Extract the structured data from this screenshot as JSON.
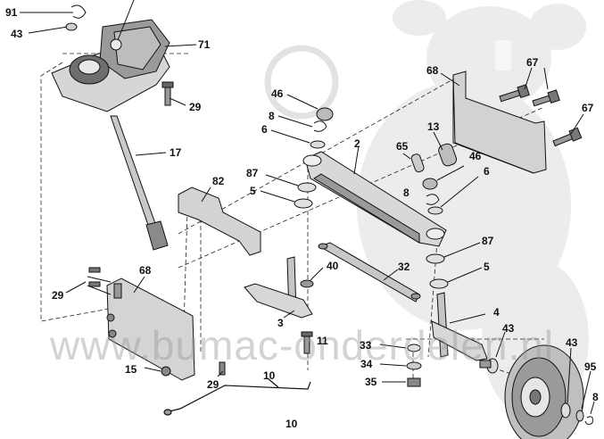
{
  "watermark": {
    "text": "www.bumac-onderdelen.nl",
    "symbol": "©"
  },
  "callouts": {
    "c91": "91",
    "c43a": "43",
    "c71": "71",
    "c29a": "29",
    "c17": "17",
    "c46a": "46",
    "c8a": "8",
    "c6a": "6",
    "c2": "2",
    "c68a": "68",
    "c67a": "67",
    "c67b": "67",
    "c13": "13",
    "c65": "65",
    "c46b": "46",
    "c8b": "8",
    "c6b": "6",
    "c87a": "87",
    "c82": "82",
    "c5a": "5",
    "c29b": "29",
    "c68b": "68",
    "c40": "40",
    "c32": "32",
    "c87b": "87",
    "c5b": "5",
    "c4": "4",
    "c3": "3",
    "c11": "11",
    "c33": "33",
    "c43b": "43",
    "c43c": "43",
    "c34": "34",
    "c95": "95",
    "c8c": "8",
    "c35": "35",
    "c15": "15",
    "c29c": "29",
    "c10a": "10",
    "c10b": "10"
  },
  "colors": {
    "ink": "#111111",
    "watermark": "#e6e6e6",
    "part_fill": "#d9d9d9",
    "part_dark": "#8a8a8a"
  }
}
